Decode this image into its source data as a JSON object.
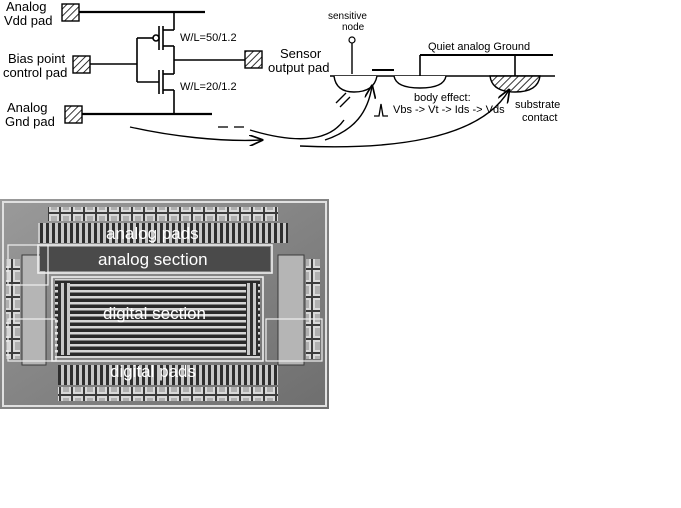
{
  "schematic": {
    "pads": {
      "analog_vdd": "Analog\nVdd pad",
      "bias_point": "Bias point\ncontrol pad",
      "analog_gnd": "Analog\nGnd pad",
      "sensor_output": "Sensor\noutput pad"
    },
    "transistors": {
      "pmos_size": "W/L=50/1.2",
      "nmos_size": "W/L=20/1.2"
    },
    "cross_section": {
      "sensitive_node": "sensitive\nnode",
      "quiet_ground": "Quiet analog Ground",
      "body_effect_title": "body effect:",
      "body_effect_chain": "Vbs -> Vt -> Ids -> Vds",
      "substrate_contact": "substrate\ncontact"
    }
  },
  "chip": {
    "analog_pads": "analog pads",
    "analog_section": "analog section",
    "digital_section": "digital section",
    "digital_pads": "digital pads"
  },
  "colors": {
    "line": "#000000",
    "chip_bg": "#8a8a8a",
    "label_white": "#ffffff"
  }
}
